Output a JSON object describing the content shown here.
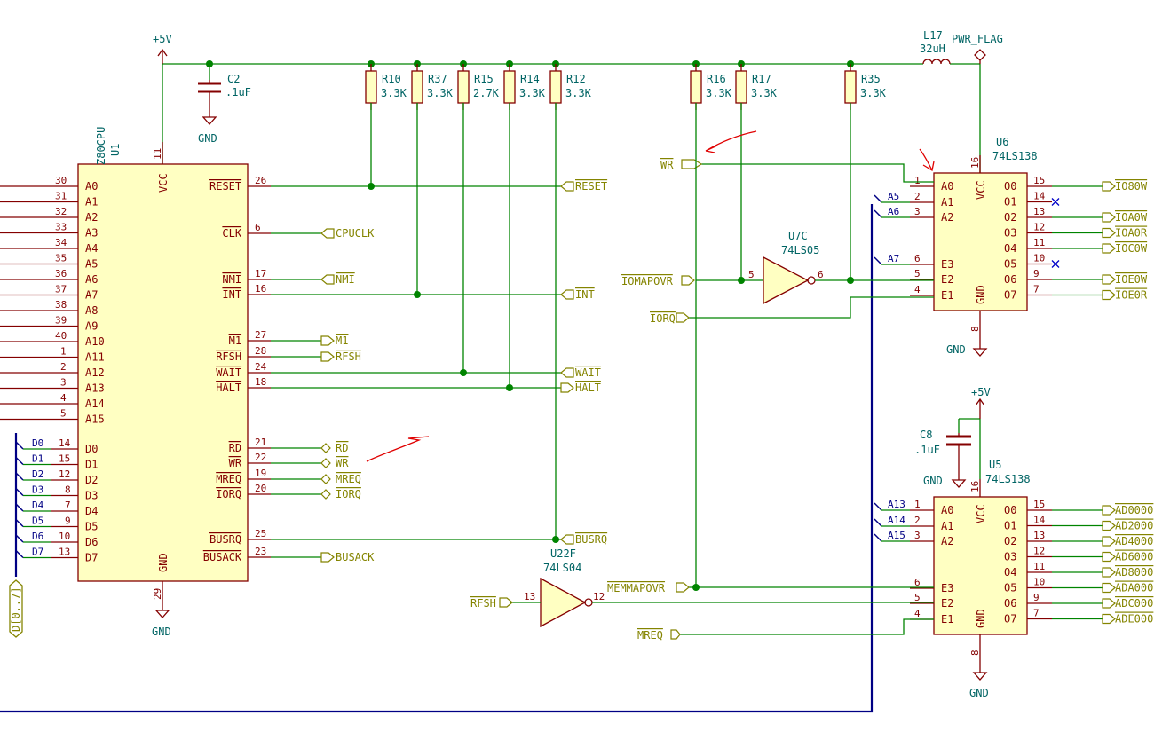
{
  "power": {
    "vcc": "+5V",
    "gnd": "GND",
    "flag": "PWR_FLAG"
  },
  "cpu": {
    "ref": "U1",
    "value": "Z80CPU",
    "vcc_pin": "11",
    "gnd_pin": "29",
    "vcc_label": "VCC",
    "gnd_label": "GND",
    "address_pins": [
      {
        "name": "A0",
        "num": "30"
      },
      {
        "name": "A1",
        "num": "31"
      },
      {
        "name": "A2",
        "num": "32"
      },
      {
        "name": "A3",
        "num": "33"
      },
      {
        "name": "A4",
        "num": "34"
      },
      {
        "name": "A5",
        "num": "35"
      },
      {
        "name": "A6",
        "num": "36"
      },
      {
        "name": "A7",
        "num": "37"
      },
      {
        "name": "A8",
        "num": "38"
      },
      {
        "name": "A9",
        "num": "39"
      },
      {
        "name": "A10",
        "num": "40"
      },
      {
        "name": "A11",
        "num": "1"
      },
      {
        "name": "A12",
        "num": "2"
      },
      {
        "name": "A13",
        "num": "3"
      },
      {
        "name": "A14",
        "num": "4"
      },
      {
        "name": "A15",
        "num": "5"
      }
    ],
    "data_pins": [
      {
        "name": "D0",
        "num": "14",
        "bus": "D0"
      },
      {
        "name": "D1",
        "num": "15",
        "bus": "D1"
      },
      {
        "name": "D2",
        "num": "12",
        "bus": "D2"
      },
      {
        "name": "D3",
        "num": "8",
        "bus": "D3"
      },
      {
        "name": "D4",
        "num": "7",
        "bus": "D4"
      },
      {
        "name": "D5",
        "num": "9",
        "bus": "D5"
      },
      {
        "name": "D6",
        "num": "10",
        "bus": "D6"
      },
      {
        "name": "D7",
        "num": "13",
        "bus": "D7"
      }
    ],
    "control_pins": [
      {
        "name": "RESET",
        "num": "26",
        "net": "RESET",
        "kind": "in"
      },
      {
        "name": "CLK",
        "num": "6",
        "net": "CPUCLK",
        "kind": "in"
      },
      {
        "name": "NMI",
        "num": "17",
        "net": "NMI",
        "kind": "in"
      },
      {
        "name": "INT",
        "num": "16",
        "net": "INT",
        "kind": "in"
      },
      {
        "name": "M1",
        "num": "27",
        "net": "M1",
        "kind": "out"
      },
      {
        "name": "RFSH",
        "num": "28",
        "net": "RFSH",
        "kind": "out"
      },
      {
        "name": "WAIT",
        "num": "24",
        "net": "WAIT",
        "kind": "in"
      },
      {
        "name": "HALT",
        "num": "18",
        "net": "HALT",
        "kind": "out"
      },
      {
        "name": "RD",
        "num": "21",
        "net": "RD",
        "kind": "tri"
      },
      {
        "name": "WR",
        "num": "22",
        "net": "WR",
        "kind": "tri"
      },
      {
        "name": "MREQ",
        "num": "19",
        "net": "MREQ",
        "kind": "tri"
      },
      {
        "name": "IORQ",
        "num": "20",
        "net": "IORQ",
        "kind": "tri"
      },
      {
        "name": "BUSRQ",
        "num": "25",
        "net": "BUSRQ",
        "kind": "in"
      },
      {
        "name": "BUSACK",
        "num": "23",
        "net": "BUSACK",
        "kind": "out"
      }
    ],
    "data_bus_label": "D[0..7]"
  },
  "capacitors": [
    {
      "ref": "C2",
      "value": ".1uF"
    },
    {
      "ref": "C8",
      "value": ".1uF"
    }
  ],
  "resistors": [
    {
      "ref": "R10",
      "value": "3.3K"
    },
    {
      "ref": "R37",
      "value": "3.3K"
    },
    {
      "ref": "R15",
      "value": "2.7K"
    },
    {
      "ref": "R14",
      "value": "3.3K"
    },
    {
      "ref": "R12",
      "value": "3.3K"
    },
    {
      "ref": "R16",
      "value": "3.3K"
    },
    {
      "ref": "R17",
      "value": "3.3K"
    },
    {
      "ref": "R35",
      "value": "3.3K"
    }
  ],
  "inductor": {
    "ref": "L17",
    "value": "32uH"
  },
  "inverter_u7c": {
    "ref": "U7C",
    "value": "74LS05",
    "in_pin": "5",
    "out_pin": "6"
  },
  "inverter_u22f": {
    "ref": "U22F",
    "value": "74LS04",
    "in_pin": "13",
    "out_pin": "12"
  },
  "u6": {
    "ref": "U6",
    "value": "74LS138",
    "vcc_pin": "16",
    "gnd_pin": "8",
    "inputs": [
      {
        "name": "A0",
        "num": "1"
      },
      {
        "name": "A1",
        "num": "2"
      },
      {
        "name": "A2",
        "num": "3"
      },
      {
        "name": "E3",
        "num": "6"
      },
      {
        "name": "E2",
        "num": "5"
      },
      {
        "name": "E1",
        "num": "4"
      }
    ],
    "outputs": [
      {
        "name": "O0",
        "num": "15",
        "net": "IO80W"
      },
      {
        "name": "O1",
        "num": "14",
        "net": ""
      },
      {
        "name": "O2",
        "num": "13",
        "net": "IOA0W"
      },
      {
        "name": "O3",
        "num": "12",
        "net": "IOA0R"
      },
      {
        "name": "O4",
        "num": "11",
        "net": "IOC0W"
      },
      {
        "name": "O5",
        "num": "10",
        "net": ""
      },
      {
        "name": "O6",
        "num": "9",
        "net": "IOE0W"
      },
      {
        "name": "O7",
        "num": "7",
        "net": "IOE0R"
      }
    ],
    "bus_entries": [
      "A5",
      "A6",
      "A7"
    ]
  },
  "u5": {
    "ref": "U5",
    "value": "74LS138",
    "vcc_pin": "16",
    "gnd_pin": "8",
    "inputs": [
      {
        "name": "A0",
        "num": "1"
      },
      {
        "name": "A1",
        "num": "2"
      },
      {
        "name": "A2",
        "num": "3"
      },
      {
        "name": "E3",
        "num": "6"
      },
      {
        "name": "E2",
        "num": "5"
      },
      {
        "name": "E1",
        "num": "4"
      }
    ],
    "outputs": [
      {
        "name": "O0",
        "num": "15",
        "net": "AD0000"
      },
      {
        "name": "O1",
        "num": "14",
        "net": "AD2000"
      },
      {
        "name": "O2",
        "num": "13",
        "net": "AD4000"
      },
      {
        "name": "O3",
        "num": "12",
        "net": "AD6000"
      },
      {
        "name": "O4",
        "num": "11",
        "net": "AD8000"
      },
      {
        "name": "O5",
        "num": "10",
        "net": "ADA000"
      },
      {
        "name": "O6",
        "num": "9",
        "net": "ADC000"
      },
      {
        "name": "O7",
        "num": "7",
        "net": "ADE000"
      }
    ],
    "bus_entries": [
      "A13",
      "A14",
      "A15"
    ]
  },
  "decoder_labels": {
    "wr": "WR",
    "iomapovr": "IOMAPOVR",
    "iorq": "IORQ",
    "memmapovr": "MEMMAPOVR",
    "rfsh": "RFSH",
    "mreq": "MREQ"
  },
  "colors": {
    "wire": "#008400",
    "bus": "#000084",
    "component": "#840000",
    "component_fill": "#ffffc2",
    "net_label": "#848400",
    "reference": "#006464",
    "annotation": "#e00000"
  }
}
